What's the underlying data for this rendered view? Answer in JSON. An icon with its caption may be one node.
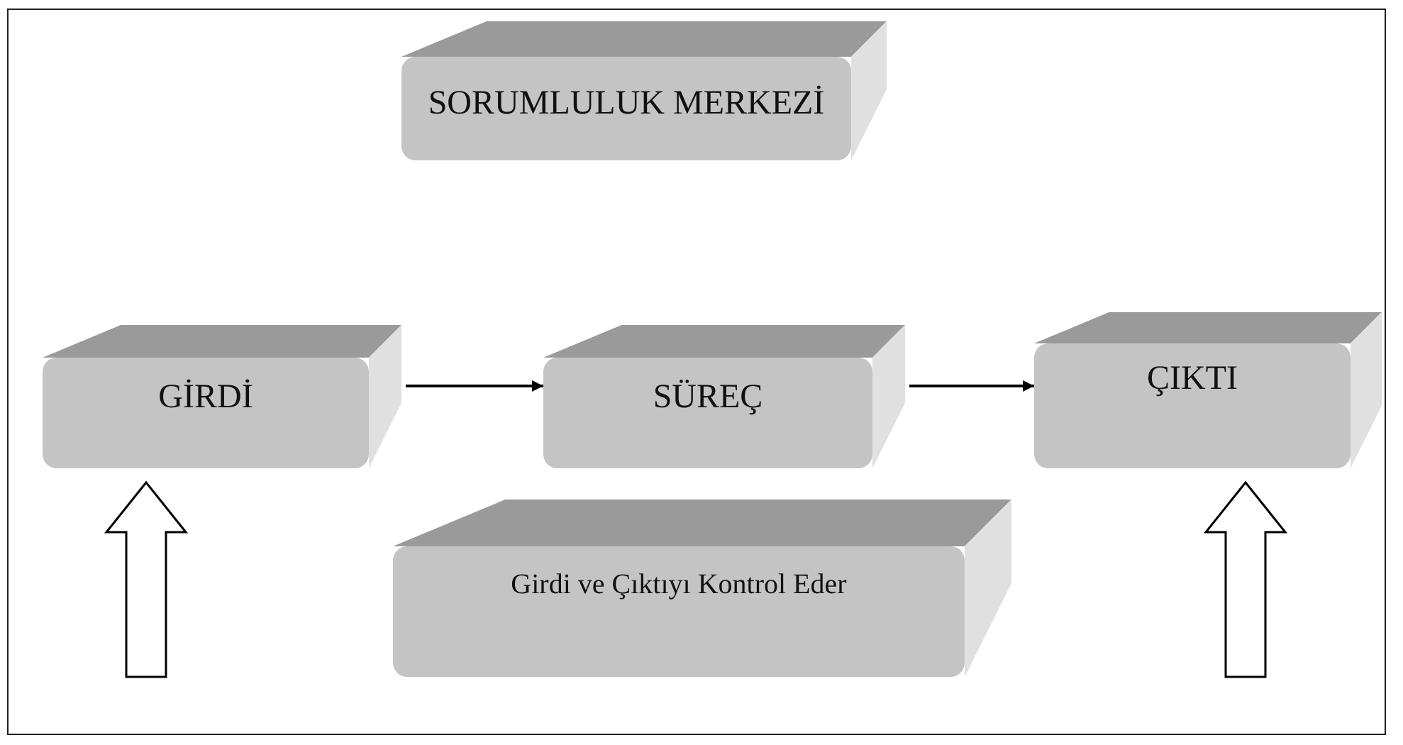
{
  "diagram": {
    "nodes": [
      {
        "text": [
          "SORUMLULUK MERKEZİ"
        ]
      },
      {
        "text": [
          "GİRDİ"
        ]
      },
      {
        "text": [
          "SÜREÇ"
        ]
      },
      {
        "text": [
          "ÇIKTI"
        ]
      },
      {
        "text": [
          "Girdi ve Çıktıyı Kontrol Eder"
        ]
      }
    ],
    "edges": [
      {
        "from": 1,
        "to": 2,
        "arrow": "to"
      },
      {
        "from": 2,
        "to": 3,
        "arrow": "to"
      },
      {
        "from": null,
        "to": 1,
        "arrow": "to",
        "style": "thick"
      },
      {
        "from": null,
        "to": 3,
        "arrow": "to",
        "style": "thick"
      }
    ]
  }
}
